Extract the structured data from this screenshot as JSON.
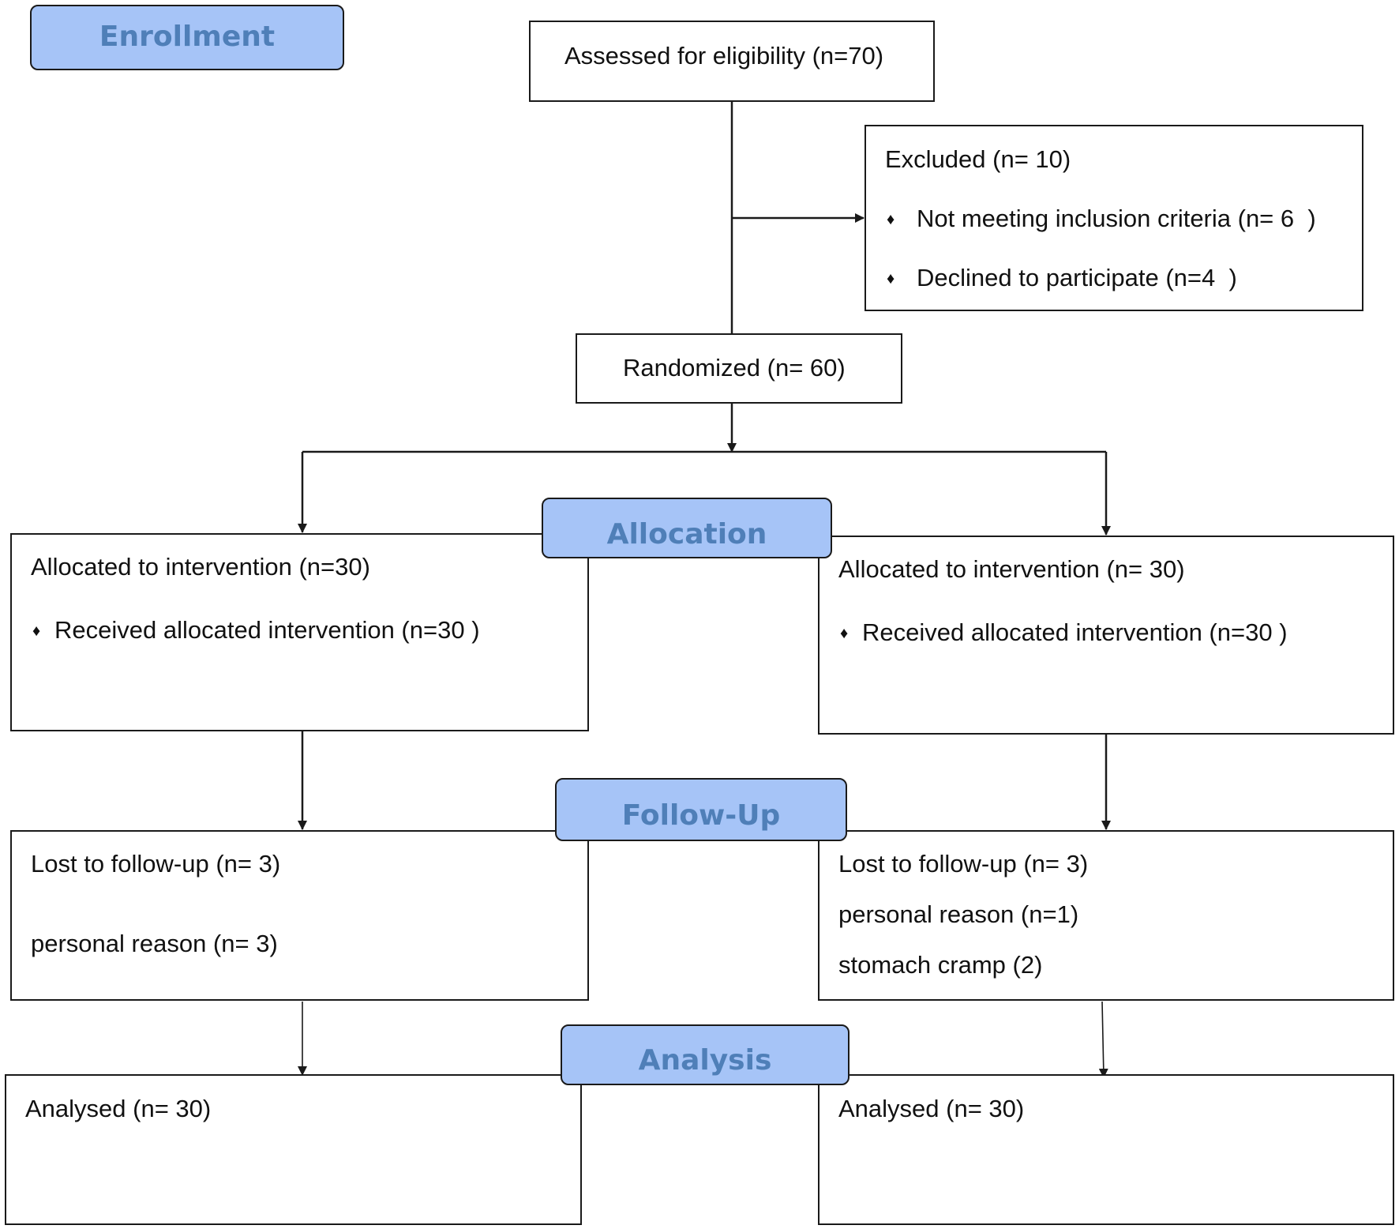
{
  "stages": {
    "enrollment": "Enrollment",
    "allocation": "Allocation",
    "follow_up": "Follow-Up",
    "analysis": "Analysis"
  },
  "enrollment": {
    "assessed": "Assessed for eligibility (n=70)",
    "excluded": {
      "title": "Excluded (n= 10)",
      "items": [
        "Not meeting inclusion criteria (n= 6  )",
        "Declined to participate (n=4  )"
      ]
    },
    "randomized": "Randomized (n= 60)"
  },
  "allocation": {
    "left": {
      "title": "Allocated to intervention (n=30)",
      "item": "Received allocated intervention (n=30 )"
    },
    "right": {
      "title": "Allocated to intervention (n= 30)",
      "item": "Received allocated intervention (n=30 )"
    }
  },
  "follow_up": {
    "left": {
      "title": "Lost to follow-up (n= 3)",
      "reasons": [
        "personal reason (n= 3)"
      ]
    },
    "right": {
      "title": "Lost to follow-up (n= 3)",
      "reasons": [
        "personal reason (n=1)",
        "stomach cramp (2)"
      ]
    }
  },
  "analysis": {
    "left": "Analysed (n= 30)",
    "right": "Analysed (n= 30)"
  },
  "colors": {
    "stage_fill": "#a6c4f7",
    "stage_text": "#4f7fb8",
    "line": "#1a1a1a"
  },
  "bullet_symbol": "♦"
}
